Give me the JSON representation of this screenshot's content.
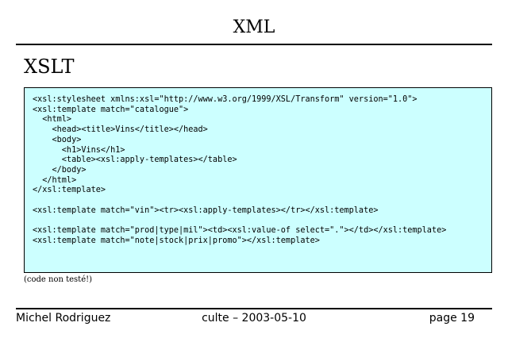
{
  "slide": {
    "header_title": "XML",
    "section_title": "XSLT",
    "code_lines": [
      "<xsl:stylesheet xmlns:xsl=\"http://www.w3.org/1999/XSL/Transform\" version=\"1.0\">",
      "<xsl:template match=\"catalogue\">",
      "  <html>",
      "    <head><title>Vins</title></head>",
      "    <body>",
      "      <h1>Vins</h1>",
      "      <table><xsl:apply-templates></table>",
      "    </body>",
      "  </html>",
      "</xsl:template>",
      "",
      "<xsl:template match=\"vin\"><tr><xsl:apply-templates></tr></xsl:template>",
      "",
      "<xsl:template match=\"prod|type|mil\"><td><xsl:value-of select=\".\"></td></xsl:template>",
      "<xsl:template match=\"note|stock|prix|promo\"></xsl:template>"
    ],
    "footnote": "(code non testé!)"
  },
  "footer": {
    "author": "Michel Rodriguez",
    "event": "culte – 2003-05-10",
    "page": "page 19"
  }
}
